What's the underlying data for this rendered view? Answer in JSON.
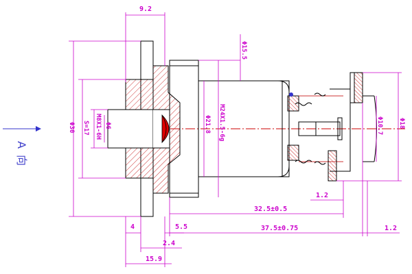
{
  "view_label": {
    "letter": "A",
    "char": "向"
  },
  "dimensions": {
    "top_width": "9.2",
    "dia_15_5": "Φ15.5",
    "dia_30": "Φ30",
    "s17": "S=17",
    "thread_m8": "M8X1-6H",
    "dia_6": "Φ6",
    "dia_21_8": "Φ21.8",
    "thread_m24": "M24X1.5-6g",
    "dia_10_7": "Φ10.7",
    "dia_18": "Φ18",
    "d_1_2_top": "1.2",
    "d_32_5": "32.5±0.5",
    "d_37_5": "37.5±0.75",
    "d_1_2_right": "1.2",
    "d_4": "4",
    "d_5_5": "5.5",
    "d_2_4": "2.4",
    "d_15_9": "15.9"
  },
  "colors": {
    "outline": "#000000",
    "dimension": "#cc00cc",
    "hatch": "#cc3333",
    "centerline": "#cc0000",
    "arrow": "#3333cc"
  }
}
